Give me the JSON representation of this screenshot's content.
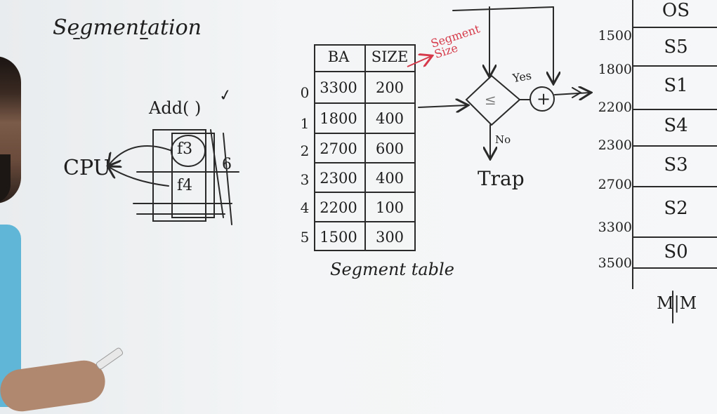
{
  "title": "Segmentation",
  "function_call": "Add( )",
  "checkmark": "✓",
  "cpu_label": "CPU",
  "process_boxes": {
    "f3": "f3",
    "f4": "f4",
    "side_mark": "6"
  },
  "segment_table": {
    "headers": [
      "BA",
      "SIZE"
    ],
    "rows": [
      {
        "index": "0",
        "ba": "3300",
        "size": "200"
      },
      {
        "index": "1",
        "ba": "1800",
        "size": "400"
      },
      {
        "index": "2",
        "ba": "2700",
        "size": "600"
      },
      {
        "index": "3",
        "ba": "2300",
        "size": "400"
      },
      {
        "index": "4",
        "ba": "2200",
        "size": "100"
      },
      {
        "index": "5",
        "ba": "1500",
        "size": "300"
      }
    ],
    "caption": "Segment table"
  },
  "segment_size_note": "Segment Size",
  "comparator": {
    "symbol": "≤",
    "yes_label": "Yes",
    "no_label": "No",
    "adder_symbol": "+",
    "trap_label": "Trap"
  },
  "memory": {
    "label": "M|M",
    "blocks": [
      "OS",
      "S5",
      "S1",
      "S4",
      "S3",
      "S2",
      "S0"
    ],
    "addresses": [
      "1500",
      "1800",
      "2200",
      "2300",
      "2700",
      "3300",
      "3500"
    ]
  },
  "colors": {
    "ink": "#1e1e1e",
    "annotation": "#d63a4a",
    "board": "#f3f5f6"
  }
}
